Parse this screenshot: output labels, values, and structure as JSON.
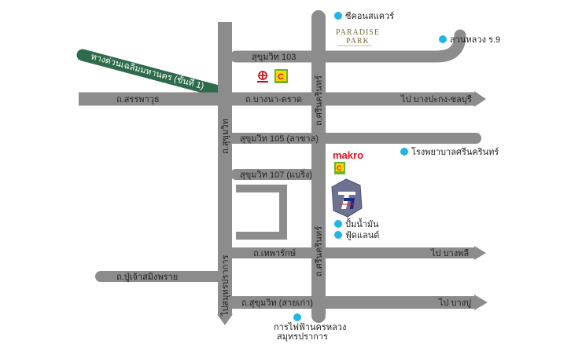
{
  "roads": {
    "sukhumvit103": "สุขุมวิท 103",
    "sanphawut": "ถ.สรรพาวุธ",
    "bangna_trat": "ถ.บางนา-ตราด",
    "to_bangpakong": "ไป บางปะกง-ชลบุรี",
    "sukhumvit_vertical": "ถ.สุขุมวิท",
    "srinakarin_upper": "ถ.ศรีนครินทร์",
    "sukhumvit105": "สุขุมวิท 105 (ลาซาล)",
    "sukhumvit107": "สุขุมวิท 107 (แบริ่ง)",
    "thepharak": "ถ.เทพารักษ์",
    "srinakarin_lower": "ถ.ศรีนครินทร์",
    "to_bangphli": "ไป บางพลี",
    "pujao": "ถ.ปู่เจ้าสมิงพราย",
    "to_samutprakan": "ไปสมุทรปราการ",
    "sukhumvit_old": "ถ.สุขุมวิท (สายเก่า)",
    "to_bangpu": "ไป บางปู",
    "expressway": "ทางด่วนเฉลิมมหานคร (ขั้นที่ 1)"
  },
  "pois": {
    "seacon": "ซีคอนสแควร์",
    "suanluang": "สวนหลวง ร.9",
    "srinakarin_hospital": "โรงพยาบาลศรีนครินทร์",
    "gas_station": "ปั้มน้ำมัน",
    "foodland": "ฟู้ดแลนด์",
    "pea": "การไฟฟ้านครหลวง",
    "pea_line2": "สมุทรปราการ"
  },
  "brands": {
    "paradise_line1": "PARADISE",
    "paradise_line2": "PARK",
    "makro": "makro"
  },
  "colors": {
    "road": "#8c8c8c",
    "expressway": "#2d6b4a",
    "poi_dot": "#1eb6e8",
    "makro_red": "#e2131b",
    "bigc_green": "#6bb52a",
    "company_logo": "#6e7290"
  }
}
